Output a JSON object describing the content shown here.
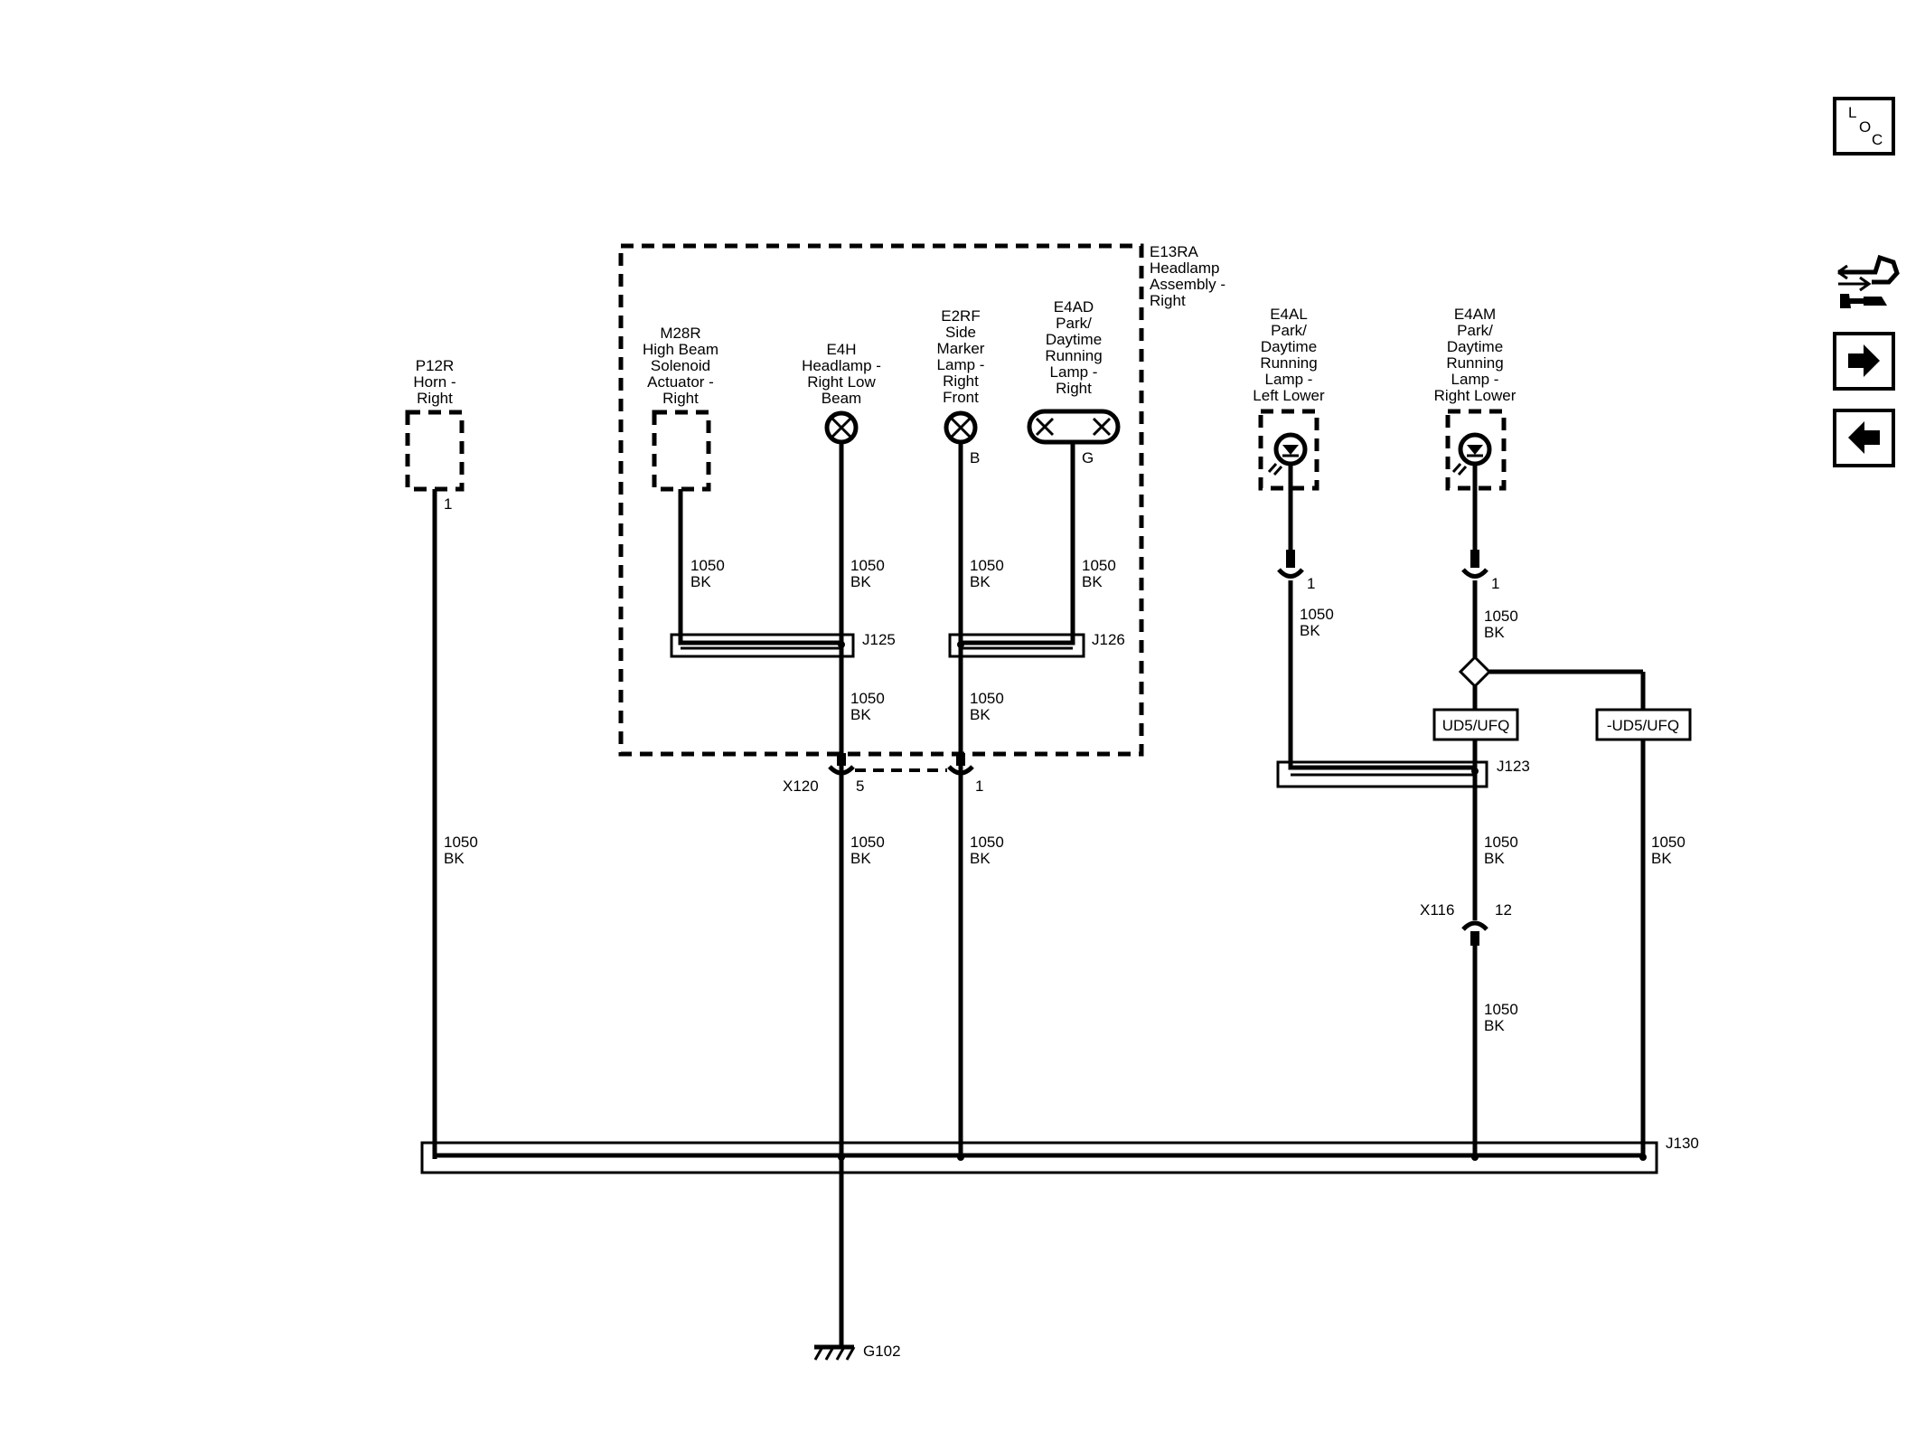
{
  "assembly": {
    "id": "E13RA",
    "name_lines": [
      "Headlamp",
      "Assembly -",
      "Right"
    ]
  },
  "components": {
    "horn": {
      "lines": [
        "P12R",
        "Horn -",
        "Right"
      ],
      "pin": "1"
    },
    "high_beam_actuator": {
      "lines": [
        "M28R",
        "High Beam",
        "Solenoid",
        "Actuator -",
        "Right"
      ]
    },
    "headlamp_low": {
      "lines": [
        "E4H",
        "Headlamp -",
        "Right Low",
        "Beam"
      ]
    },
    "side_marker": {
      "lines": [
        "E2RF",
        "Side",
        "Marker",
        "Lamp -",
        "Right",
        "Front"
      ],
      "pin": "B"
    },
    "park_drl_right": {
      "lines": [
        "E4AD",
        "Park/",
        "Daytime",
        "Running",
        "Lamp -",
        "Right"
      ],
      "pin": "G"
    },
    "park_drl_left_lower": {
      "lines": [
        "E4AL",
        "Park/",
        "Daytime",
        "Running",
        "Lamp -",
        "Left Lower"
      ],
      "pin": "1"
    },
    "park_drl_right_lower": {
      "lines": [
        "E4AM",
        "Park/",
        "Daytime",
        "Running",
        "Lamp -",
        "Right Lower"
      ],
      "pin": "1"
    }
  },
  "wire": {
    "circuit": "1050",
    "color": "BK"
  },
  "splices": {
    "j125": "J125",
    "j126": "J126",
    "j123": "J123",
    "j130": "J130"
  },
  "connectors": {
    "x120": {
      "id": "X120",
      "pin_a": "5",
      "pin_b": "1"
    },
    "x116": {
      "id": "X116",
      "pin": "12"
    }
  },
  "options": {
    "with": "UD5/UFQ",
    "without": "-UD5/UFQ"
  },
  "ground": {
    "id": "G102"
  },
  "nav": {
    "loc_l": "L",
    "loc_o": "O",
    "loc_c": "C",
    "icons": [
      "loc-icon",
      "connector-tool-icon",
      "arrow-right-icon",
      "arrow-left-icon"
    ]
  }
}
